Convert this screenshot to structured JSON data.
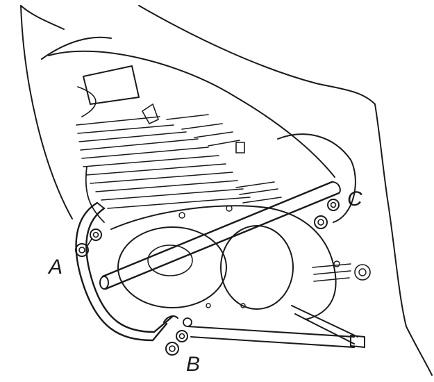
{
  "diagram": {
    "callouts": {
      "a": "A",
      "b": "B",
      "c": "C"
    }
  },
  "colors": {
    "ink": "#1a1a1a",
    "paper": "#ffffff"
  }
}
